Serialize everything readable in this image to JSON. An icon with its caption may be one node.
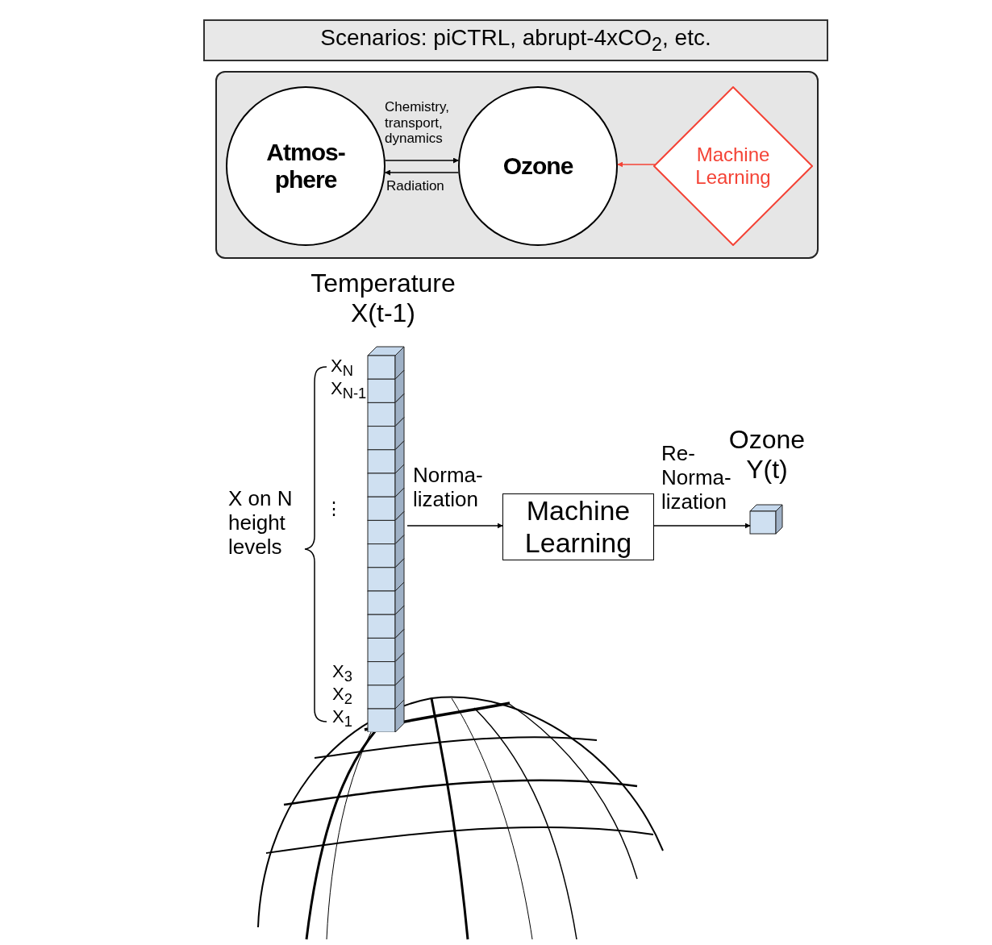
{
  "diagram": {
    "nodes": [
      {
        "text": [
          "Scenarios: piCTRL, abrupt-4xCO$_{2}$, etc."
        ]
      },
      {
        "text": [],
        "shape": "box"
      },
      {
        "text": [
          "Atmos- phere"
        ],
        "in": 1
      },
      {
        "text": [
          "Ozone"
        ],
        "in": 1
      },
      {
        "text": [
          "Machine Learning"
        ],
        "in": 1
      },
      {
        "text": [
          "Temperature X(t-1)"
        ]
      },
      {
        "text": [
          "Machine Learning"
        ]
      },
      {
        "text": [
          "Ozone Y(t)"
        ]
      }
    ],
    "edges": [
      {
        "from": 2,
        "to": 3,
        "arrow": "to",
        "label": "Chemistry, transport, dynamics"
      },
      {
        "from": 3,
        "to": 2,
        "arrow": "to",
        "label": "Radiation"
      },
      {
        "from": 4,
        "to": 3,
        "arrow": "to",
        "color": "#f44336"
      },
      {
        "from": 5,
        "to": 6,
        "arrow": "to",
        "label": "Norma- lization"
      },
      {
        "from": 6,
        "to": 7,
        "arrow": "to",
        "label": "Re- Norma- lization"
      }
    ],
    "labels": [
      "X$_{N}$",
      "X$_{N-1}$",
      "X on N height levels",
      "⋮",
      "X$_{3}$",
      "X$_{2}$",
      "X$_{1}$"
    ]
  }
}
